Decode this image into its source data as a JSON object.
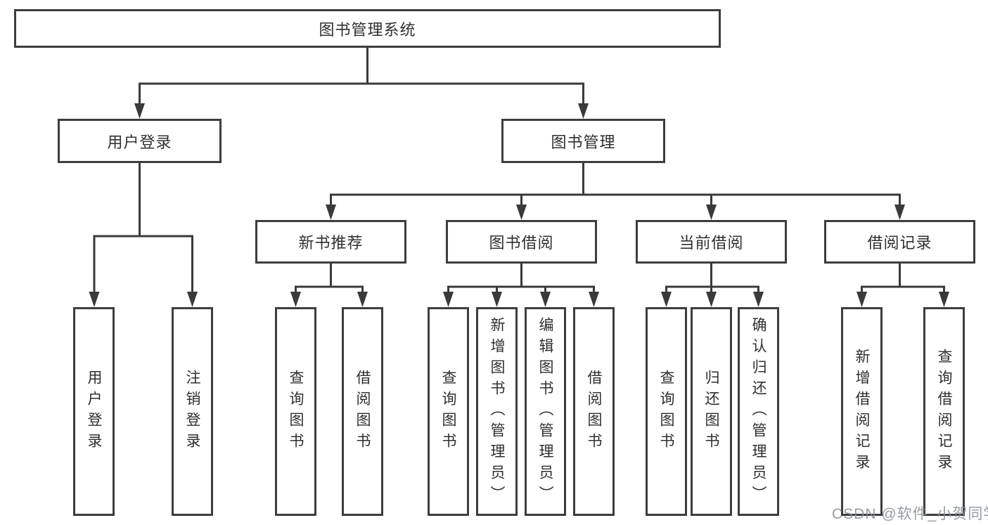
{
  "tree": {
    "root": {
      "label": "图书管理系统",
      "children": [
        {
          "label": "用户登录",
          "children": [
            {
              "label": "用户登录"
            },
            {
              "label": "注销登录"
            }
          ]
        },
        {
          "label": "图书管理",
          "children": [
            {
              "label": "新书推荐",
              "children": [
                {
                  "label": "查询图书"
                },
                {
                  "label": "借阅图书"
                }
              ]
            },
            {
              "label": "图书借阅",
              "children": [
                {
                  "label": "查询图书"
                },
                {
                  "label": "新增图书（管理员）"
                },
                {
                  "label": "编辑图书（管理员）"
                },
                {
                  "label": "借阅图书"
                }
              ]
            },
            {
              "label": "当前借阅",
              "children": [
                {
                  "label": "查询图书"
                },
                {
                  "label": "归还图书"
                },
                {
                  "label": "确认归还（管理员）"
                }
              ]
            },
            {
              "label": "借阅记录",
              "children": [
                {
                  "label": "新增借阅记录"
                },
                {
                  "label": "查询借阅记录"
                }
              ]
            }
          ]
        }
      ]
    }
  },
  "watermark": {
    "text": "CSDN @软件_小贺同学"
  },
  "colors": {
    "line": "#3a3a3a",
    "box_border": "#3d3d3d",
    "box_fill": "#ffffff",
    "text": "#2f2f2f",
    "watermark": "#898e94"
  }
}
